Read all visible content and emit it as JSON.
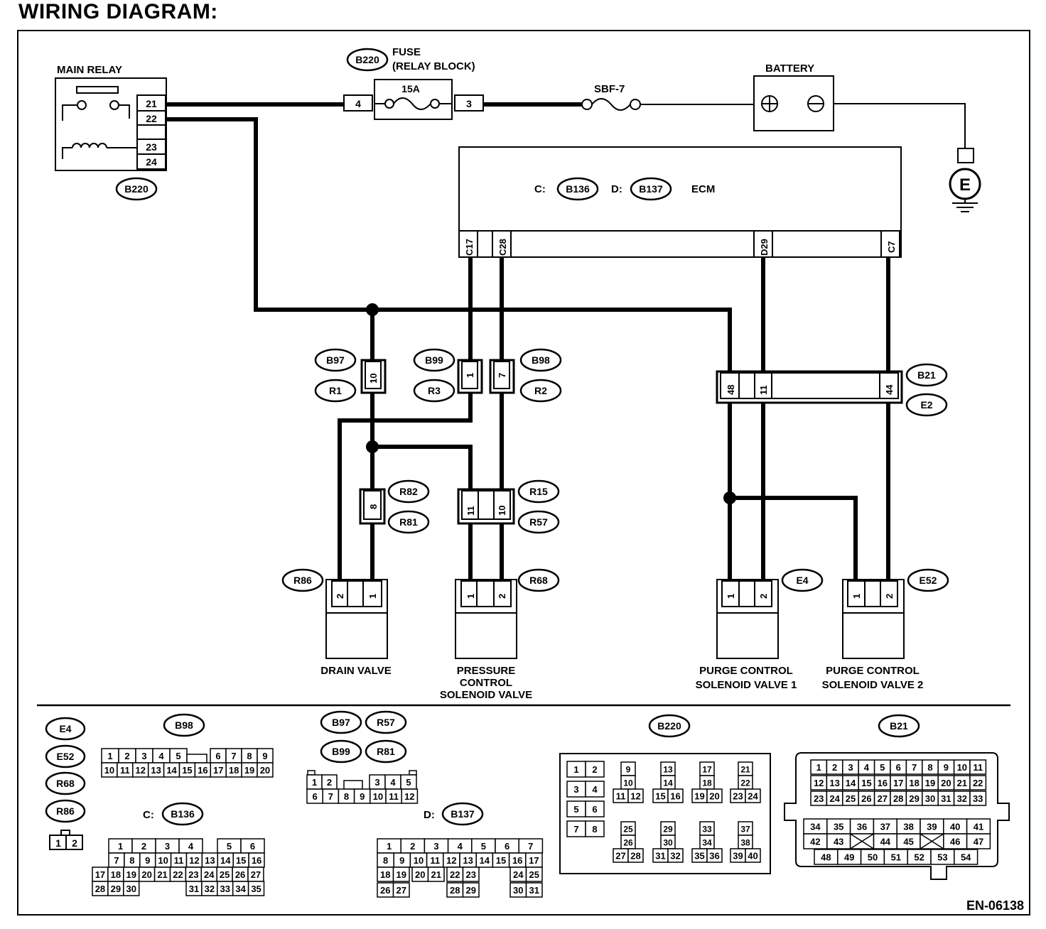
{
  "title": "WIRING DIAGRAM:",
  "figure_id": "EN-06138",
  "components": {
    "main_relay": "MAIN RELAY",
    "fuse_line1": "FUSE",
    "fuse_line2": "(RELAY BLOCK)",
    "fuse_rating": "15A",
    "sbf": "SBF-7",
    "battery": "BATTERY",
    "ecm": "ECM",
    "ecm_c": "C:",
    "ecm_d": "D:",
    "ground": "E",
    "drain_valve": "DRAIN VALVE",
    "pcsv_1": "PRESSURE",
    "pcsv_2": "CONTROL",
    "pcsv_3": "SOLENOID VALVE",
    "purge1_1": "PURGE CONTROL",
    "purge1_2": "SOLENOID VALVE 1",
    "purge2_1": "PURGE CONTROL",
    "purge2_2": "SOLENOID VALVE 2"
  },
  "connectors": {
    "relay_b220": "B220",
    "fuse_b220": "B220",
    "b136": "B136",
    "b137": "B137",
    "b97": "B97",
    "r1": "R1",
    "b99": "B99",
    "r3": "R3",
    "b98": "B98",
    "r2": "R2",
    "b21": "B21",
    "e2": "E2",
    "r82": "R82",
    "r81": "R81",
    "r15": "R15",
    "r57": "R57",
    "r86": "R86",
    "r68": "R68",
    "e4": "E4",
    "e52": "E52"
  },
  "pins": {
    "relay": [
      "21",
      "22",
      "23",
      "24"
    ],
    "fuse_in": "4",
    "fuse_out": "3",
    "ecm": [
      "C17",
      "C28",
      "D29",
      "C7"
    ],
    "b97": "10",
    "b99": "1",
    "b98": "7",
    "b21": [
      "48",
      "11",
      "44"
    ],
    "r82": "8",
    "r15": [
      "11",
      "10"
    ],
    "r86": [
      "2",
      "1"
    ],
    "r68": [
      "1",
      "2"
    ],
    "e4": [
      "1",
      "2"
    ],
    "e52": [
      "1",
      "2"
    ]
  },
  "legend": {
    "left_badges": [
      "E4",
      "E52",
      "R68",
      "R86"
    ],
    "b98_title": "B98",
    "b98_row1": [
      "1",
      "2",
      "3",
      "4",
      "5",
      "",
      "6",
      "7",
      "8",
      "9"
    ],
    "b98_row2": [
      "10",
      "11",
      "12",
      "13",
      "14",
      "15",
      "16",
      "17",
      "18",
      "19",
      "20"
    ],
    "small_conn": [
      "1",
      "2"
    ],
    "c_prefix": "C:",
    "c_title": "B136",
    "b136_row1": [
      "1",
      "2",
      "3",
      "4",
      "",
      "5",
      "6"
    ],
    "b136_row2": [
      "7",
      "8",
      "9",
      "10",
      "11",
      "12",
      "13",
      "14",
      "15",
      "16"
    ],
    "b136_row3": [
      "17",
      "18",
      "19",
      "20",
      "21",
      "22",
      "23",
      "24",
      "25",
      "26",
      "27"
    ],
    "b136_row4a": [
      "28",
      "29",
      "30"
    ],
    "b136_row4b": [
      "31",
      "32",
      "33",
      "34",
      "35"
    ],
    "mid_badges": [
      "B97",
      "R57",
      "B99",
      "R81"
    ],
    "mid_row1": [
      "1",
      "2",
      "",
      "3",
      "4",
      "5"
    ],
    "mid_row2": [
      "6",
      "7",
      "8",
      "9",
      "10",
      "11",
      "12"
    ],
    "d_prefix": "D:",
    "d_title": "B137",
    "b137_row1": [
      "1",
      "2",
      "3",
      "4",
      "5",
      "6",
      "7"
    ],
    "b137_row2": [
      "8",
      "9",
      "10",
      "11",
      "12",
      "13",
      "14",
      "15",
      "16",
      "17"
    ],
    "b137_row3a": [
      "18",
      "19",
      "20",
      "21",
      "22",
      "23"
    ],
    "b137_row3b": [
      "24",
      "25"
    ],
    "b137_row4a": [
      "26",
      "27"
    ],
    "b137_row4b": [
      "28",
      "29"
    ],
    "b137_row4c": [
      "30",
      "31"
    ],
    "b220_title": "B220",
    "b220_pairs": [
      [
        "1",
        "2"
      ],
      [
        "3",
        "4"
      ],
      [
        "5",
        "6"
      ],
      [
        "7",
        "8"
      ]
    ],
    "b220_g1": [
      "9",
      "10",
      "11",
      "12"
    ],
    "b220_g2": [
      "13",
      "14",
      "15",
      "16"
    ],
    "b220_g3": [
      "17",
      "18",
      "19",
      "20"
    ],
    "b220_g4": [
      "21",
      "22",
      "23",
      "24"
    ],
    "b220_g5": [
      "25",
      "26",
      "27",
      "28"
    ],
    "b220_g6": [
      "29",
      "30",
      "31",
      "32"
    ],
    "b220_g7": [
      "33",
      "34",
      "35",
      "36"
    ],
    "b220_g8": [
      "37",
      "38",
      "39",
      "40"
    ],
    "b21_title": "B21",
    "b21_row1": [
      "1",
      "2",
      "3",
      "4",
      "5",
      "6",
      "7",
      "8",
      "9",
      "10",
      "11"
    ],
    "b21_row2": [
      "12",
      "13",
      "14",
      "15",
      "16",
      "17",
      "18",
      "19",
      "20",
      "21",
      "22"
    ],
    "b21_row3": [
      "23",
      "24",
      "25",
      "26",
      "27",
      "28",
      "29",
      "30",
      "31",
      "32",
      "33"
    ],
    "b21_row4": [
      "34",
      "35",
      "36",
      "37",
      "38",
      "39",
      "40",
      "41"
    ],
    "b21_row5": [
      "42",
      "43",
      "",
      "44",
      "45",
      "",
      "46",
      "47"
    ],
    "b21_row6": [
      "48",
      "49",
      "50",
      "51",
      "52",
      "53",
      "54"
    ]
  }
}
